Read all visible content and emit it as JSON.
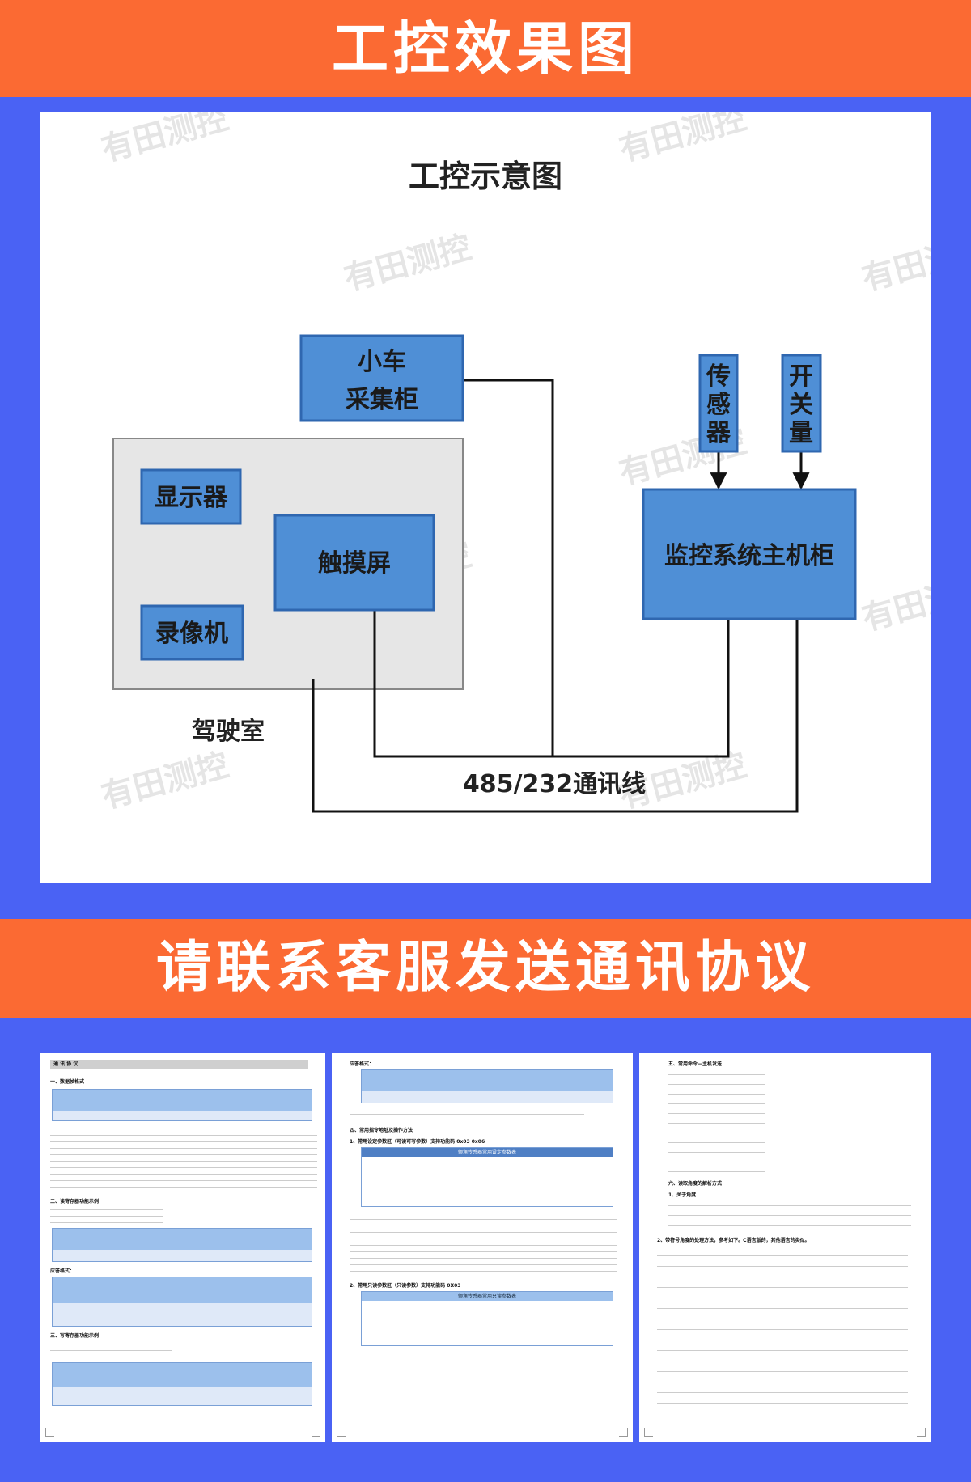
{
  "header": {
    "title": "工控效果图"
  },
  "diagram": {
    "title": "工控示意图",
    "nodes": {
      "car_cabinet": [
        "小车",
        "采集柜"
      ],
      "display": "显示器",
      "touchscreen": "触摸屏",
      "recorder": "录像机",
      "cab": "驾驶室",
      "sensor": [
        "传",
        "感",
        "器"
      ],
      "switch": [
        "开",
        "关",
        "量"
      ],
      "host": "监控系统主机柜"
    },
    "line_label": "485/232通讯线",
    "watermark": "有田测控",
    "colors": {
      "box_fill": "#4f8fd6",
      "box_border": "#2f67b0",
      "cab_fill": "#e6e6e6",
      "line": "#111111"
    }
  },
  "middle": {
    "title": "请联系客服发送通讯协议"
  },
  "docs": {
    "doc1": {
      "title": "通 讯 协 议",
      "s1": "一、数据帧格式",
      "s2": "二、读寄存器功能示例",
      "s2b": "应答格式：",
      "s3": "三、写寄存器功能示例"
    },
    "doc2": {
      "h1": "应答格式：",
      "s4": "四、常用指令地址及操作方法",
      "s41": "1、常用设定参数区（可读可写参数）支持功能码 0x03 0x06",
      "t1": "倾角传感器常用设定参数表",
      "s42": "2、常用只读参数区（只读参数）支持功能码 0X03",
      "t2": "倾角传感器常用只读参数表"
    },
    "doc3": {
      "s5": "五、常用命令—主机发送",
      "s6": "六、读取角度的解析方式",
      "s61": "1、关于角度",
      "s62": "2、带符号角度的处理方法，参考如下。C语言版的，其他语言的类似。"
    }
  }
}
